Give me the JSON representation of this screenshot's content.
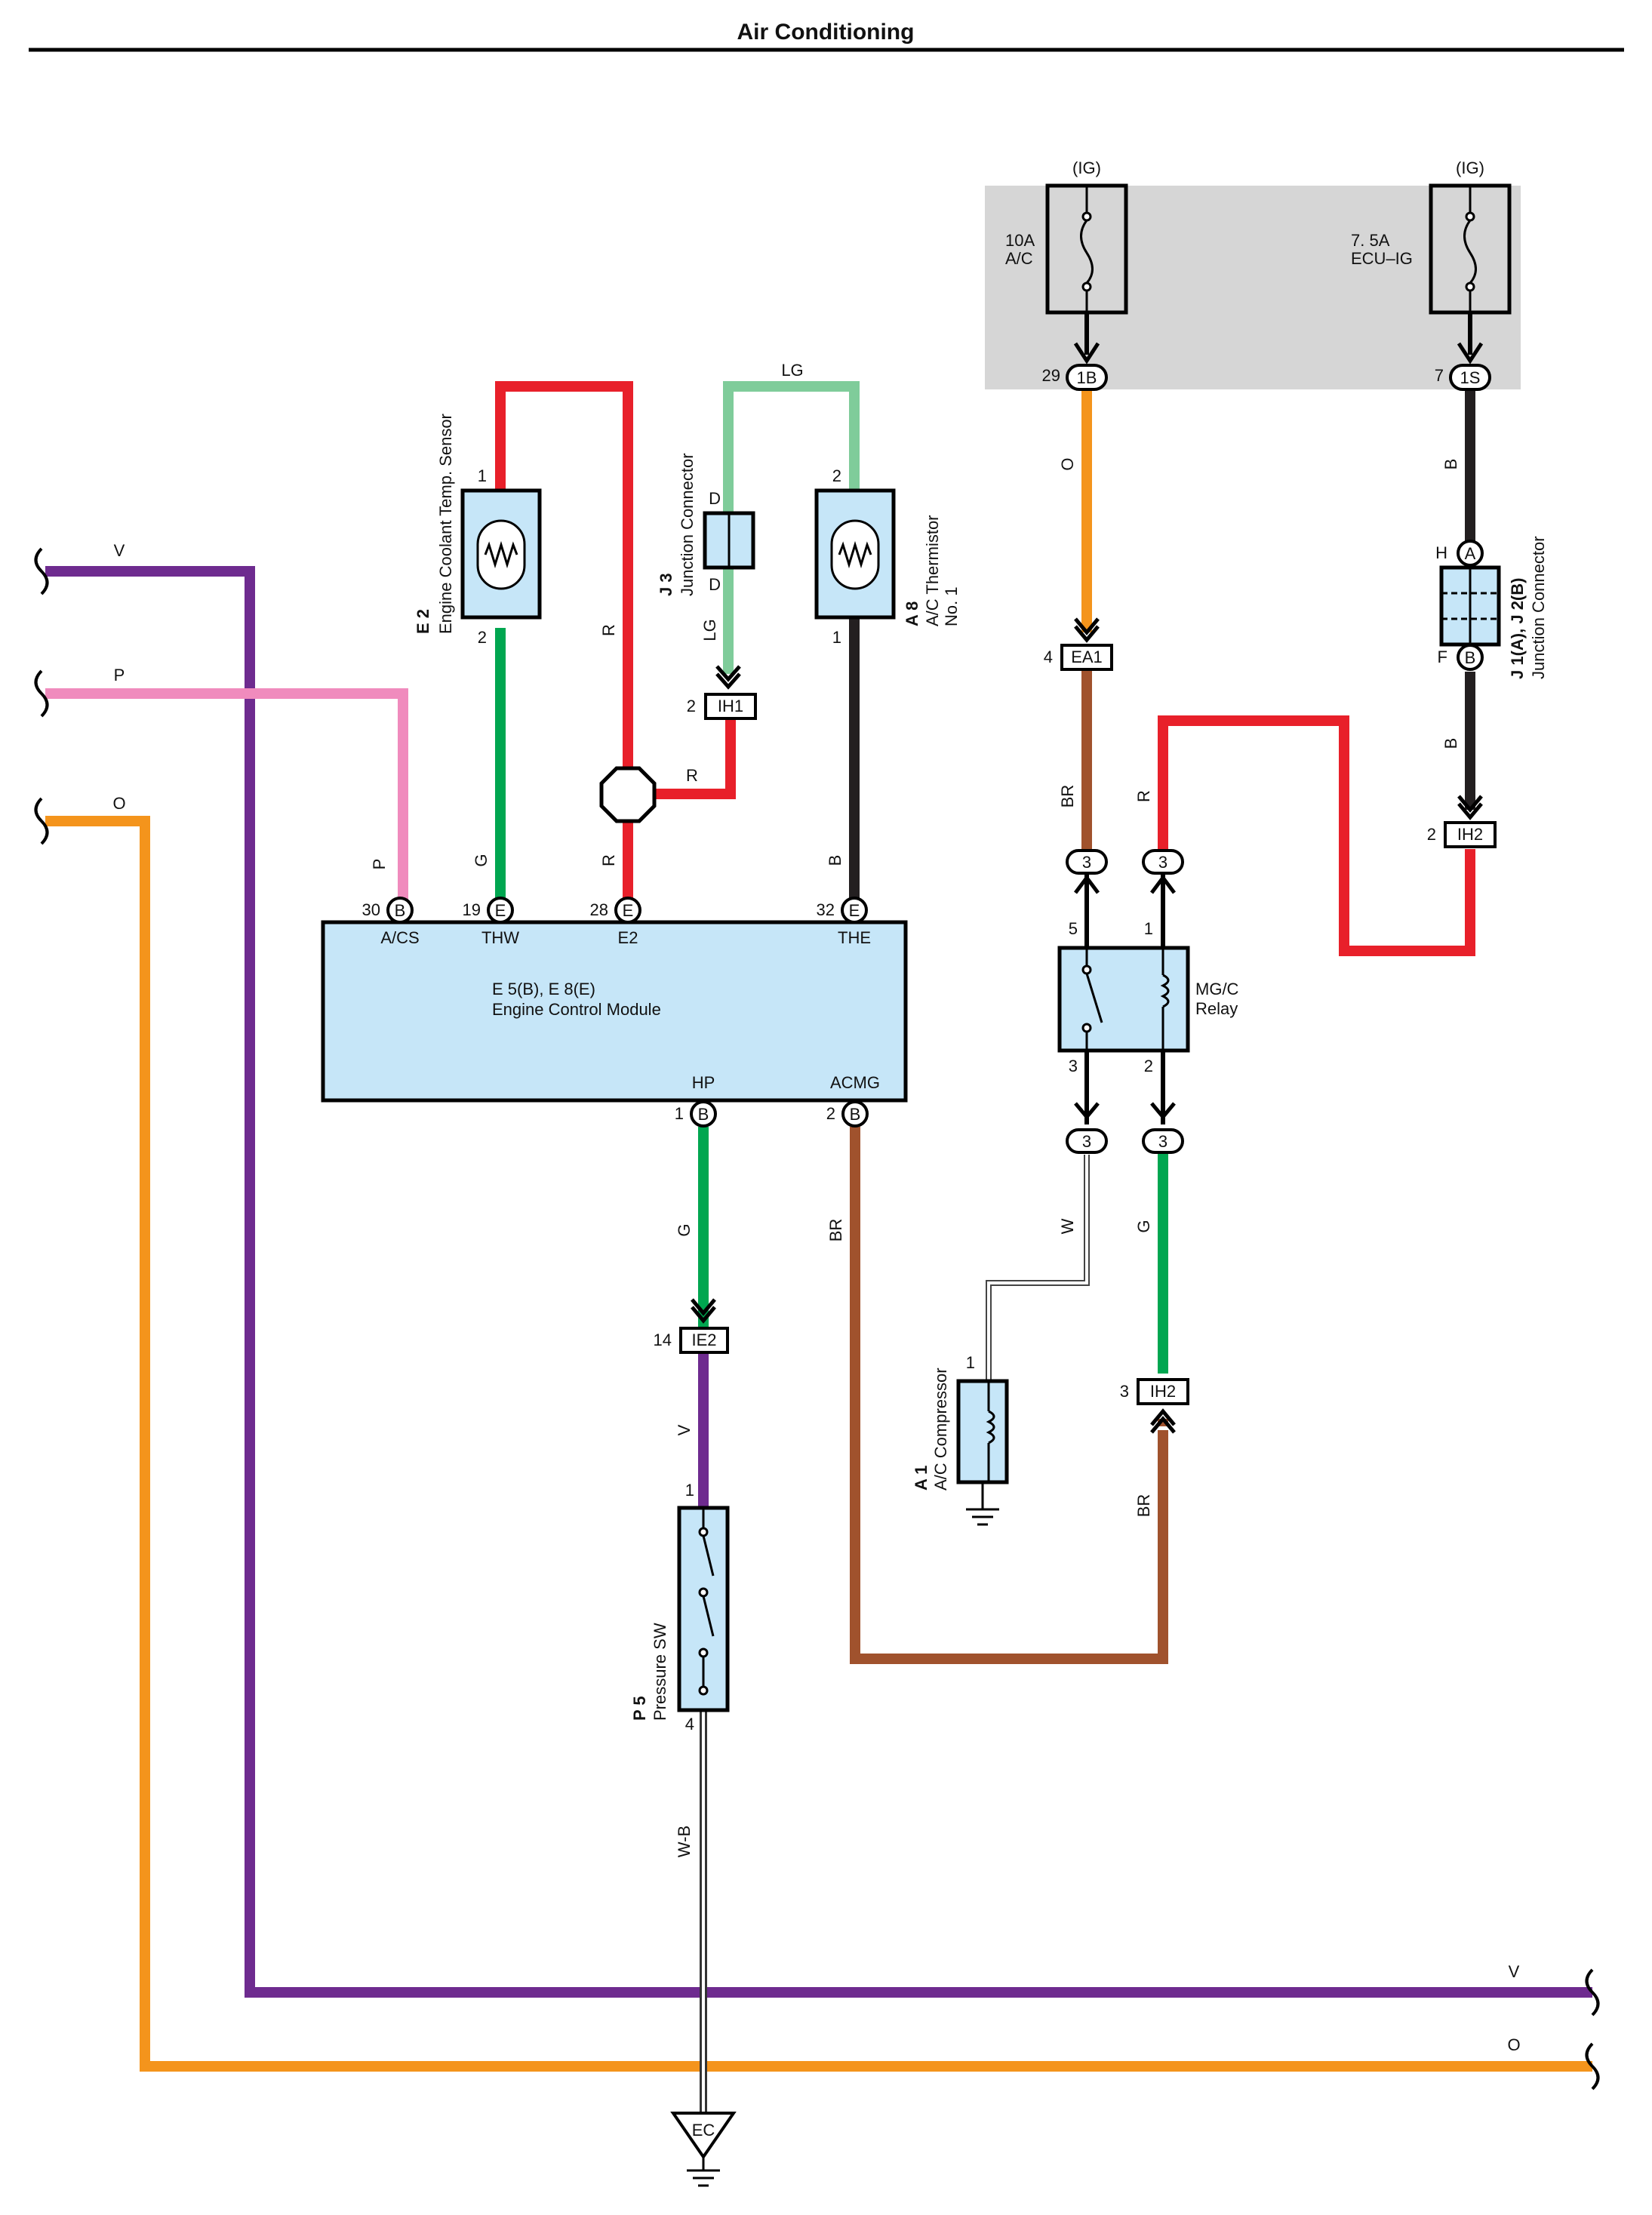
{
  "title": "Air Conditioning",
  "colors": {
    "V": "#6e2b8f",
    "P": "#f08bbd",
    "O": "#f4941c",
    "R": "#e8202a",
    "G": "#00a650",
    "LG": "#7fcc9a",
    "B": "#231f20",
    "BR": "#a0522d",
    "W": "#ffffff",
    "component_fill": "#c6e6f8",
    "fuse_box_fill": "#d6d6d6"
  },
  "wires": {
    "left_v": "V",
    "left_p": "P",
    "left_o": "O",
    "ecu_p": "P",
    "thw_g": "G",
    "e2_r_top": "R",
    "e2_r_bottom": "R",
    "lg_top": "LG",
    "lg_down": "LG",
    "r_to_ih1": "R",
    "the_b": "B",
    "hp_g": "G",
    "hp_v": "V",
    "acmg_br": "BR",
    "pressure_wb": "W-B",
    "fuse_o": "O",
    "fuse_b": "B",
    "jc_b": "B",
    "ea1_br": "BR",
    "relay_r": "R",
    "relay_w": "W",
    "relay_g": "G",
    "ih2_br": "BR",
    "right_v": "V",
    "right_o": "O"
  },
  "fuses": [
    {
      "source": "(IG)",
      "rating": "10A",
      "name": "A/C",
      "pin": "29",
      "connector": "1B"
    },
    {
      "source": "(IG)",
      "rating": "7. 5A",
      "name": "ECU–IG",
      "pin": "7",
      "connector": "1S"
    }
  ],
  "ecm": {
    "code": "E 5(B), E 8(E)",
    "name": "Engine Control Module",
    "top_pins": [
      {
        "num": "30",
        "conn": "B",
        "label": "A/CS"
      },
      {
        "num": "19",
        "conn": "E",
        "label": "THW"
      },
      {
        "num": "28",
        "conn": "E",
        "label": "E2"
      },
      {
        "num": "32",
        "conn": "E",
        "label": "THE"
      }
    ],
    "bottom_pins": [
      {
        "num": "1",
        "conn": "B",
        "label": "HP"
      },
      {
        "num": "2",
        "conn": "B",
        "label": "ACMG"
      }
    ]
  },
  "e2": {
    "code": "E 2",
    "name": "Engine Coolant Temp.  Sensor",
    "pin_top": "1",
    "pin_bottom": "2"
  },
  "j3": {
    "code": "J 3",
    "name": "Junction Connector",
    "pin_top": "D",
    "pin_bottom": "D"
  },
  "a8": {
    "code": "A 8",
    "name_line1": "A/C Thermistor",
    "name_line2": "No. 1",
    "pin_top": "2",
    "pin_bottom": "1"
  },
  "ih1": {
    "num": "2",
    "label": "IH1"
  },
  "ie2": {
    "num": "14",
    "label": "IE2"
  },
  "ea1": {
    "num": "4",
    "label": "EA1"
  },
  "ih2_top": {
    "num": "2",
    "label": "IH2"
  },
  "ih2_bottom": {
    "num": "3",
    "label": "IH2"
  },
  "jc": {
    "code": "J 1(A), J 2(B)",
    "name": "Junction Connector",
    "pin_top": "H",
    "conn_top": "A",
    "pin_bottom": "F",
    "conn_bottom": "B"
  },
  "relay": {
    "name_line1": "MG/C",
    "name_line2": "Relay",
    "pin5": "5",
    "pin1": "1",
    "pin3": "3",
    "pin2": "2",
    "connector": "3"
  },
  "compressor": {
    "code": "A 1",
    "name": "A/C Compressor",
    "pin": "1"
  },
  "pressure_sw": {
    "code": "P 5",
    "name": "Pressure SW",
    "pin_top": "1",
    "pin_bottom": "4"
  },
  "ground": {
    "label": "EC"
  }
}
